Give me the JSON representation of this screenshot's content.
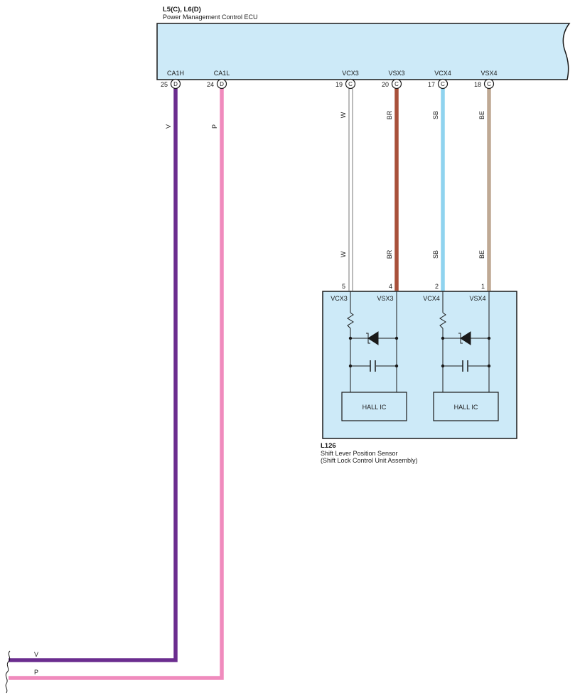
{
  "ecu": {
    "code": "L5(C), L6(D)",
    "name": "Power Management Control ECU",
    "fill": "#cdeaf8"
  },
  "pins": [
    {
      "pin_no": "25",
      "connector": "D",
      "name": "CA1H"
    },
    {
      "pin_no": "24",
      "connector": "D",
      "name": "CA1L"
    },
    {
      "pin_no": "19",
      "connector": "C",
      "name": "VCX3"
    },
    {
      "pin_no": "20",
      "connector": "C",
      "name": "VSX3"
    },
    {
      "pin_no": "17",
      "connector": "C",
      "name": "VCX4"
    },
    {
      "pin_no": "18",
      "connector": "C",
      "name": "VSX4"
    }
  ],
  "wires": [
    {
      "code": "V",
      "color": "#6b2d8f"
    },
    {
      "code": "P",
      "color": "#f08bbd"
    },
    {
      "code": "W",
      "color": "#ffffff"
    },
    {
      "code": "BR",
      "color": "#a8503a"
    },
    {
      "code": "SB",
      "color": "#8fd3ef"
    },
    {
      "code": "BE",
      "color": "#bfa994"
    }
  ],
  "sensor": {
    "code": "L126",
    "name_line1": "Shift Lever Position Sensor",
    "name_line2": "(Shift Lock Control Unit Assembly)",
    "pins": [
      {
        "pin_no": "5",
        "name": "VCX3"
      },
      {
        "pin_no": "4",
        "name": "VSX3"
      },
      {
        "pin_no": "2",
        "name": "VCX4"
      },
      {
        "pin_no": "1",
        "name": "VSX4"
      }
    ],
    "hall_ic_label": "HALL IC",
    "fill": "#cdeaf8"
  },
  "bottom_labels": [
    "V",
    "P"
  ]
}
